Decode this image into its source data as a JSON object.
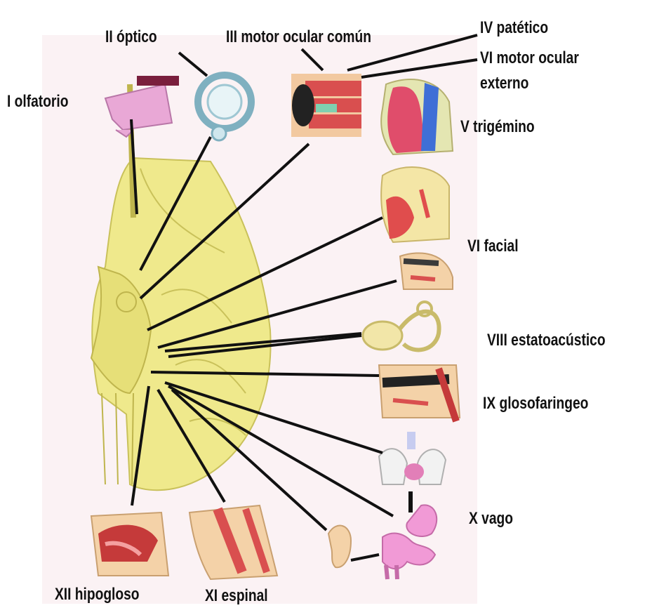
{
  "labels": {
    "olfatorio": "I olfatorio",
    "optico": "II óptico",
    "motor_ocular_comun": "III motor ocular común",
    "patetico": "IV patético",
    "motor_ocular_externo_1": "VI motor ocular",
    "motor_ocular_externo_2": "externo",
    "trigemino": "V trigémino",
    "facial": "VI facial",
    "estatoacustico": "VIII estatoacústico",
    "glosofaringeo": "IX glosofaringeo",
    "vago": "X vago",
    "hipogloso": "XII hipogloso",
    "espinal": "XI espinal"
  },
  "colors": {
    "brain": "#efe98c",
    "brain_outline": "#c9c15a",
    "background_panel": "#fbf2f4",
    "line": "#111111",
    "muscle": "#d94f4f",
    "skin": "#f2c9a0",
    "nerve_pink": "#e9a8d6",
    "nerve_blue": "#5b86d6"
  }
}
